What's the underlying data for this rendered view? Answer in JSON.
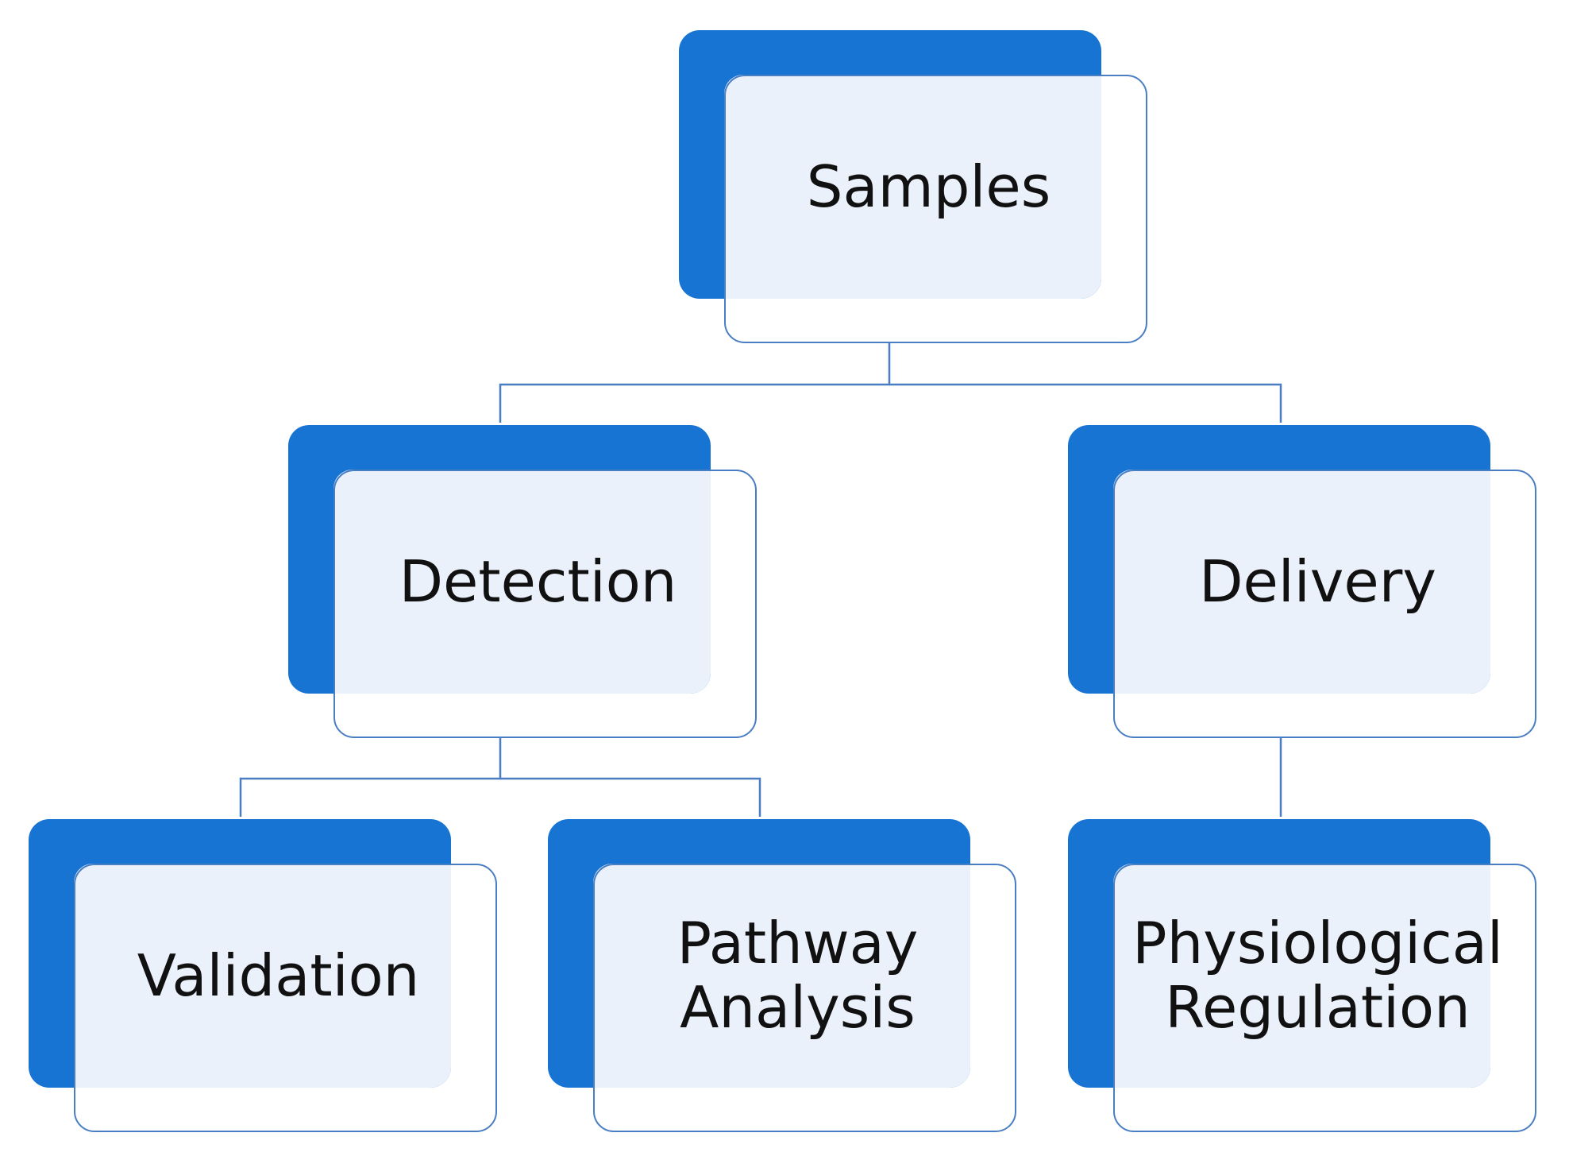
{
  "nodes": {
    "samples": {
      "label": "Samples"
    },
    "detection": {
      "label": "Detection"
    },
    "delivery": {
      "label": "Delivery"
    },
    "validation": {
      "label": "Validation"
    },
    "pathway": {
      "label": "Pathway\nAnalysis"
    },
    "physiological": {
      "label": "Physiological\nRegulation"
    }
  },
  "edges": [
    {
      "from": "Samples",
      "to": "Detection"
    },
    {
      "from": "Samples",
      "to": "Delivery"
    },
    {
      "from": "Detection",
      "to": "Validation"
    },
    {
      "from": "Detection",
      "to": "Pathway\nAnalysis"
    },
    {
      "from": "Delivery",
      "to": "Physiological\nRegulation"
    }
  ],
  "colors": {
    "accent": "#1874d2",
    "fill": "#eaf1fb",
    "line": "#4a7ec2",
    "text": "#111111"
  }
}
